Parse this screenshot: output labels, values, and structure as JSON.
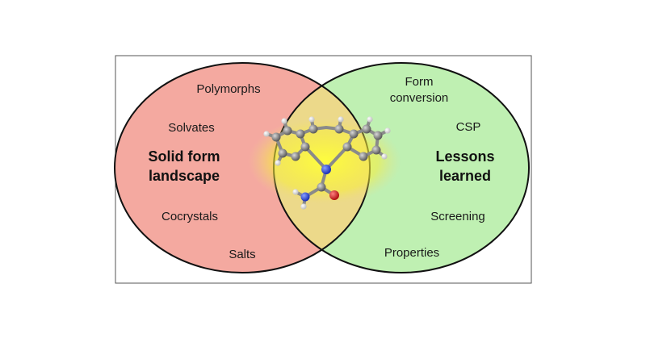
{
  "diagram": {
    "left_set": {
      "title_line1": "Solid form",
      "title_line2": "landscape",
      "items": [
        "Polymorphs",
        "Solvates",
        "Cocrystals",
        "Salts"
      ],
      "fill_color": "#f4a9a0"
    },
    "right_set": {
      "title_line1": "Lessons",
      "title_line2": "learned",
      "items_line1": "Form",
      "items_line2": "conversion",
      "items": [
        "CSP",
        "Screening",
        "Properties"
      ],
      "fill_color": "#bff0b2"
    },
    "intersection": {
      "fill_color": "#ecd98a",
      "image": "molecule-ball-and-stick"
    }
  }
}
